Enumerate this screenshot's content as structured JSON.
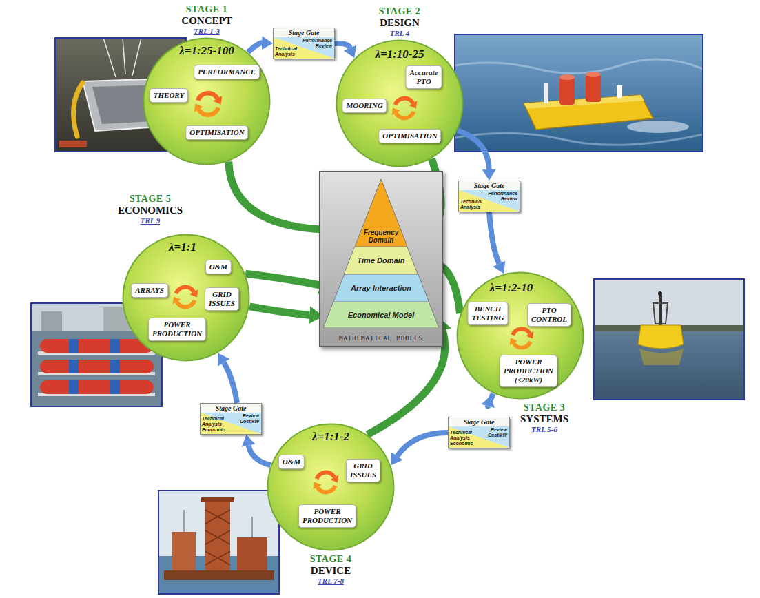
{
  "diagram": {
    "nodes": [
      {
        "text": [
          "STAGE 1",
          "CONCEPT",
          "TRL 1-3",
          "λ=1:25-100"
        ]
      },
      {
        "text": [
          "PERFORMANCE"
        ],
        "in": 0
      },
      {
        "text": [
          "THEORY"
        ],
        "in": 0
      },
      {
        "text": [
          "OPTIMISATION"
        ],
        "in": 0
      },
      {
        "text": [
          "Stage Gate",
          "Performance Review",
          "Technical Analysis"
        ]
      },
      {
        "text": [
          "STAGE 2",
          "DESIGN",
          "TRL 4",
          "λ=1:10-25"
        ]
      },
      {
        "text": [
          "Accurate PTO"
        ],
        "in": 5
      },
      {
        "text": [
          "MOORING"
        ],
        "in": 5
      },
      {
        "text": [
          "OPTIMISATION"
        ],
        "in": 5
      },
      {
        "text": [
          "STAGE 5",
          "ECONOMICS",
          "TRL 9",
          "λ=1:1"
        ]
      },
      {
        "text": [
          "O&M"
        ],
        "in": 9
      },
      {
        "text": [
          "ARRAYS"
        ],
        "in": 9
      },
      {
        "text": [
          "GRID ISSUES"
        ],
        "in": 9
      },
      {
        "text": [
          "POWER PRODUCTION"
        ],
        "in": 9
      },
      {
        "text": [
          "MATHEMATICAL MODELS"
        ]
      },
      {
        "text": [
          "Frequency Domain"
        ],
        "in": 14
      },
      {
        "text": [
          "Time Domain"
        ],
        "in": 14
      },
      {
        "text": [
          "Array Interaction"
        ],
        "in": 14
      },
      {
        "text": [
          "Economical Model"
        ],
        "in": 14
      },
      {
        "text": [
          "Stage Gate",
          "Performance Review",
          "Technical Analysis"
        ]
      },
      {
        "text": [
          "STAGE 3",
          "SYSTEMS",
          "TRL 5-6",
          "λ=1:2-10"
        ]
      },
      {
        "text": [
          "BENCH TESTING"
        ],
        "in": 20
      },
      {
        "text": [
          "PTO CONTROL"
        ],
        "in": 20
      },
      {
        "text": [
          "POWER PRODUCTION (<20kW)"
        ],
        "in": 20
      },
      {
        "text": [
          "Stage Gate",
          "Review Cost/kW",
          "Technical Analysis Economic"
        ]
      },
      {
        "text": [
          "STAGE 4",
          "DEVICE",
          "TRL 7-8",
          "λ=1:1-2"
        ]
      },
      {
        "text": [
          "O&M"
        ],
        "in": 25
      },
      {
        "text": [
          "GRID ISSUES"
        ],
        "in": 25
      },
      {
        "text": [
          "POWER PRODUCTION"
        ],
        "in": 25
      },
      {
        "text": [
          "Stage Gate",
          "Review Cost/kW",
          "Technical Analysis Economic"
        ]
      }
    ],
    "edges": [
      {
        "from": 0,
        "to": 4,
        "arrow": "to"
      },
      {
        "from": 4,
        "to": 5,
        "arrow": "to"
      },
      {
        "from": 5,
        "to": 19,
        "arrow": "to"
      },
      {
        "from": 19,
        "to": 20,
        "arrow": "to"
      },
      {
        "from": 20,
        "to": 24,
        "arrow": "to"
      },
      {
        "from": 24,
        "to": 25,
        "arrow": "to"
      },
      {
        "from": 25,
        "to": 29,
        "arrow": "to"
      },
      {
        "from": 29,
        "to": 9,
        "arrow": "to"
      },
      {
        "from": 0,
        "to": 15,
        "arrow": "to"
      },
      {
        "from": 5,
        "to": 15,
        "arrow": "to"
      },
      {
        "from": 20,
        "to": 16,
        "arrow": "to"
      },
      {
        "from": 9,
        "to": 17,
        "arrow": "to"
      },
      {
        "from": 9,
        "to": 18,
        "arrow": "to"
      },
      {
        "from": 25,
        "to": 18,
        "arrow": "to"
      }
    ]
  }
}
